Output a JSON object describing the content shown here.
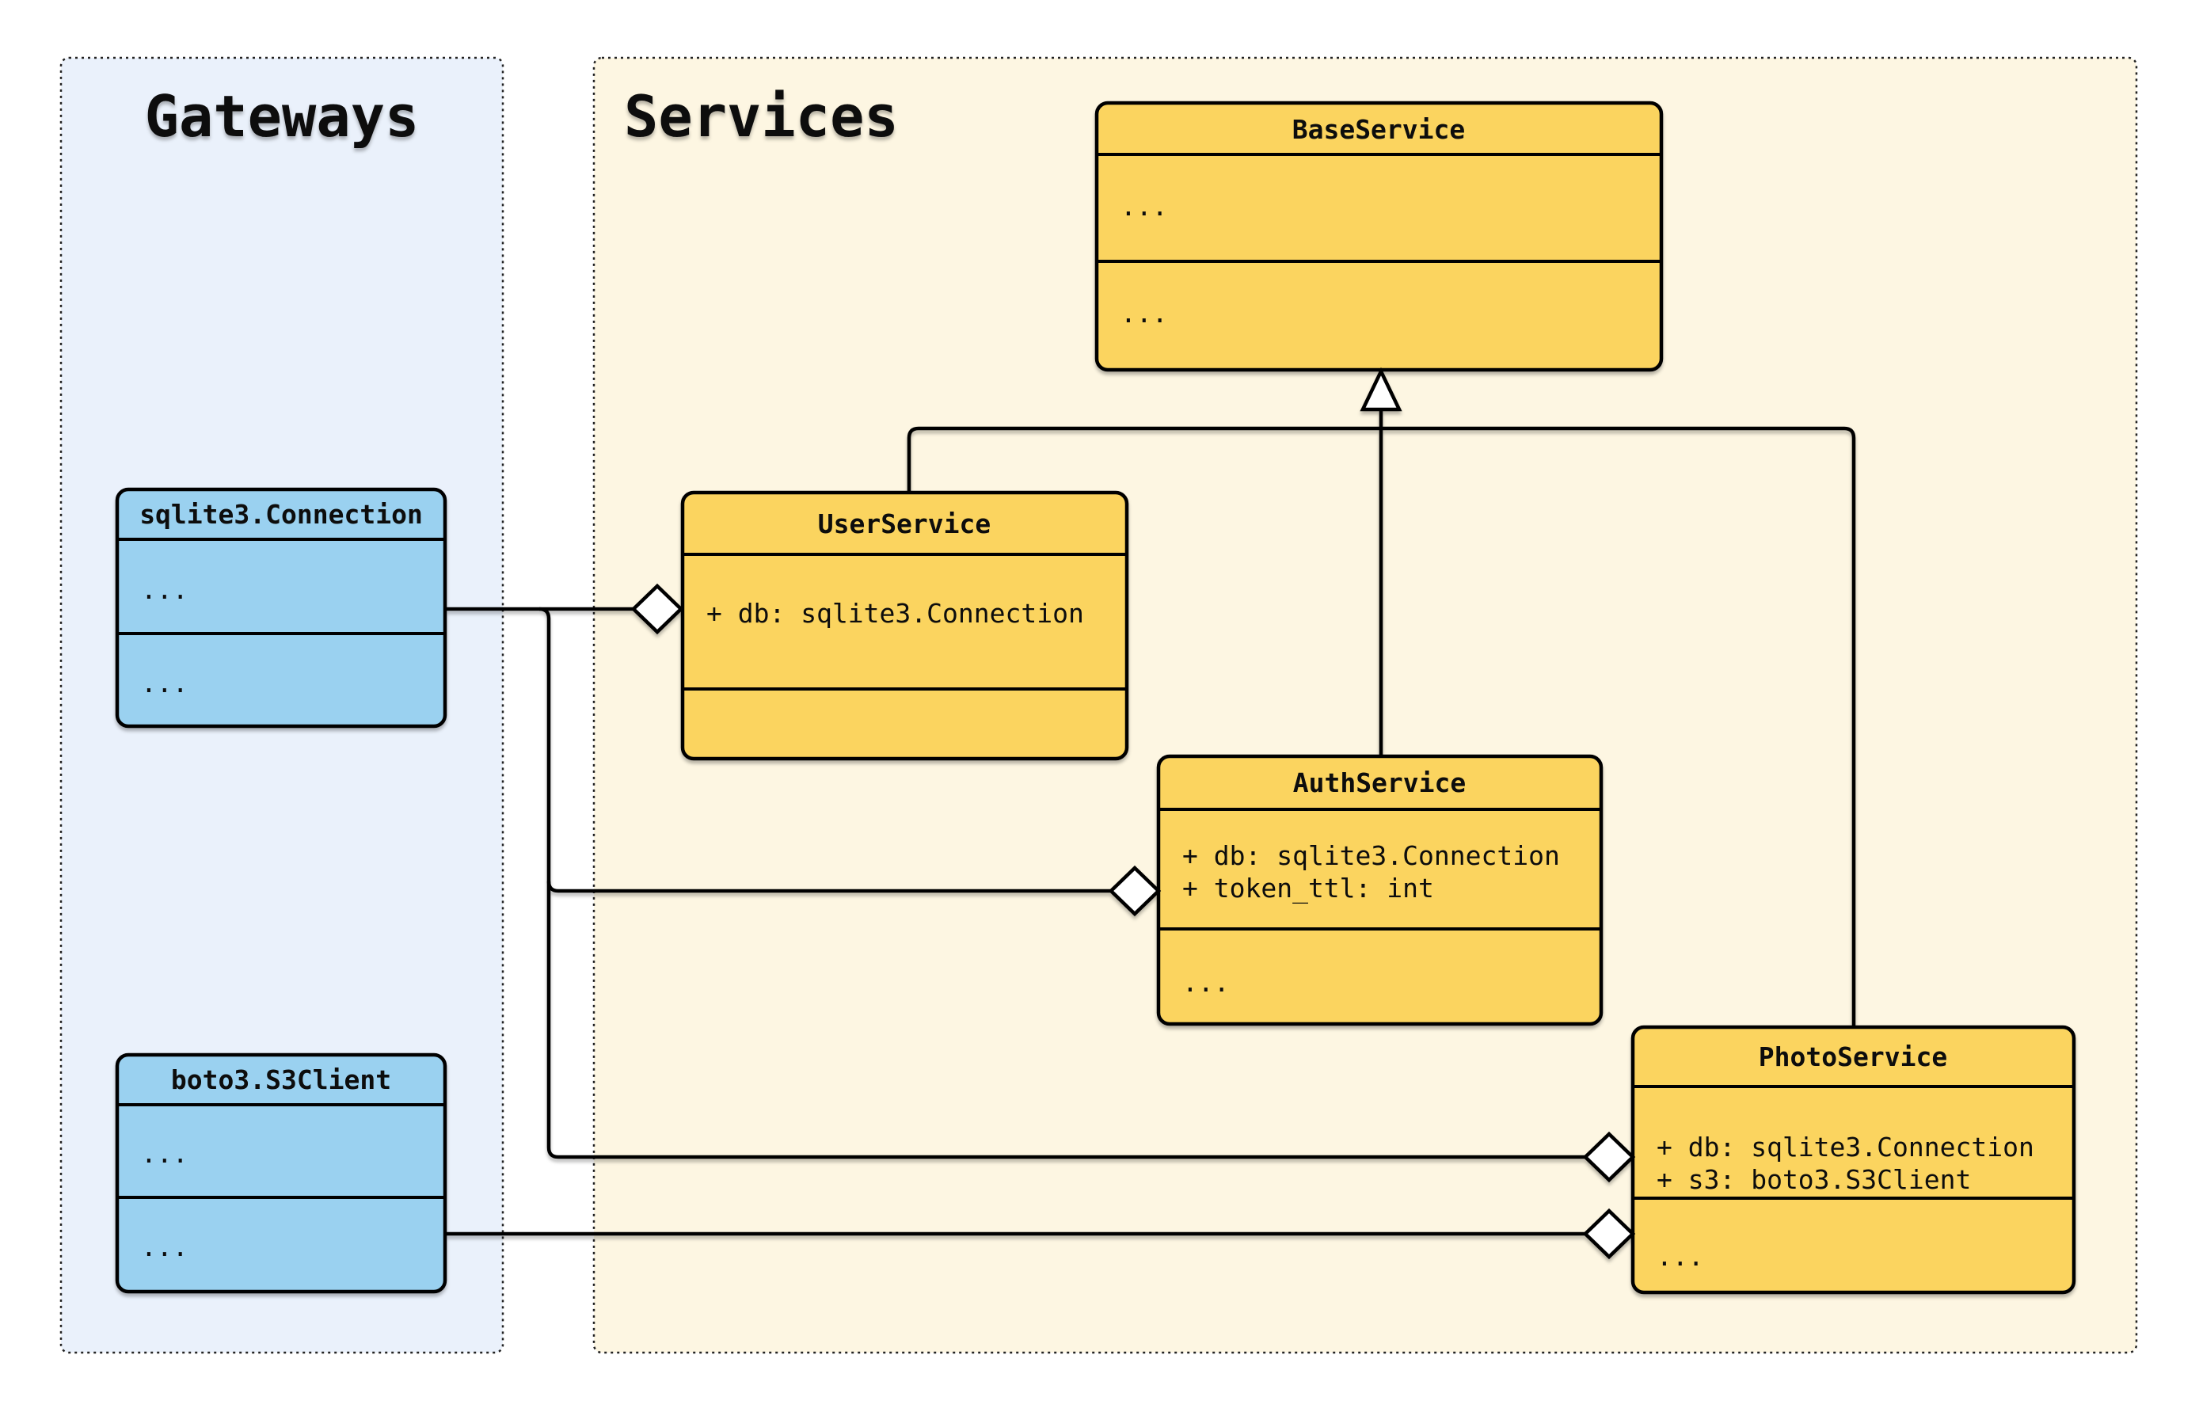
{
  "panels": {
    "gateways": {
      "title": "Gateways"
    },
    "services": {
      "title": "Services"
    }
  },
  "classes": {
    "base_service": {
      "name": "BaseService",
      "attributes": [
        "..."
      ],
      "methods": [
        "..."
      ]
    },
    "user_service": {
      "name": "UserService",
      "attributes": [
        "+ db: sqlite3.Connection"
      ],
      "methods": []
    },
    "auth_service": {
      "name": "AuthService",
      "attributes": [
        "+ db: sqlite3.Connection",
        "+ token_ttl: int"
      ],
      "methods": [
        "..."
      ]
    },
    "photo_service": {
      "name": "PhotoService",
      "attributes": [
        "+ db: sqlite3.Connection",
        "+ s3: boto3.S3Client"
      ],
      "methods": [
        "..."
      ]
    },
    "sqlite_connection": {
      "name": "sqlite3.Connection",
      "attributes": [
        "..."
      ],
      "methods": [
        "..."
      ]
    },
    "boto3_s3client": {
      "name": "boto3.S3Client",
      "attributes": [
        "..."
      ],
      "methods": [
        "..."
      ]
    }
  },
  "relationships": {
    "inheritance": [
      {
        "from": "UserService",
        "to": "BaseService",
        "marker": "hollow-triangle"
      },
      {
        "from": "AuthService",
        "to": "BaseService",
        "marker": "hollow-triangle"
      },
      {
        "from": "PhotoService",
        "to": "BaseService",
        "marker": "hollow-triangle"
      }
    ],
    "aggregation": [
      {
        "from": "sqlite3.Connection",
        "to": "UserService",
        "marker": "hollow-diamond"
      },
      {
        "from": "sqlite3.Connection",
        "to": "AuthService",
        "marker": "hollow-diamond"
      },
      {
        "from": "sqlite3.Connection",
        "to": "PhotoService",
        "marker": "hollow-diamond"
      },
      {
        "from": "boto3.S3Client",
        "to": "PhotoService",
        "marker": "hollow-diamond"
      }
    ]
  },
  "colors": {
    "canvas_bg": "#ffffff",
    "gateways_panel_bg": "#eaf1fb",
    "services_panel_bg": "#fdf6e2",
    "gateway_class_fill": "#9ad1f0",
    "service_class_fill": "#fbd45f",
    "stroke": "#000000",
    "marker_fill": "#ffffff"
  }
}
